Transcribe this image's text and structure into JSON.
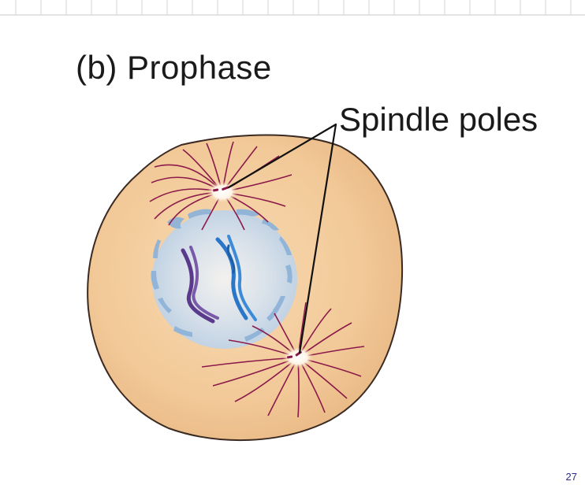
{
  "figure": {
    "title": "(b)  Prophase",
    "callout_label": "Spindle poles"
  },
  "page": {
    "number": "27"
  },
  "colors": {
    "cytoplasm": "#f4cfa0",
    "cell_outline": "#3a2a22",
    "spindle_fibers": "#8b1a4a",
    "nuclear_envelope": "#8fb3d9",
    "chromosome_blue": "#2a76c8",
    "chromosome_purple": "#5b3a8c",
    "grid_lines": "#c9c9c9"
  }
}
